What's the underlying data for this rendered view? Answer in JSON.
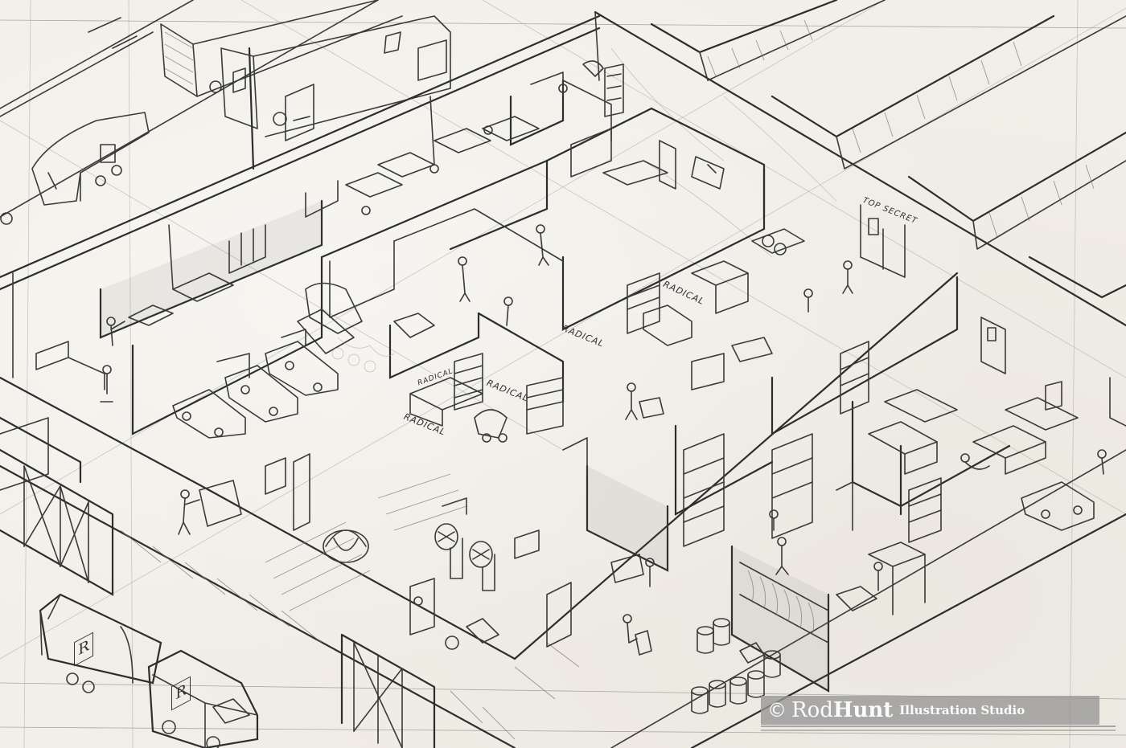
{
  "image": {
    "description": "Pencil sketch of an isometric cut-away industrial building (workshop / car manufacturing facility) with offices, workshops, storage racks, vehicles and figures",
    "medium": "pencil on paper",
    "paper_color": "#f2efe8",
    "line_color": "#3a3a3a"
  },
  "labels": {
    "top_secret": "TOP SECRET",
    "radical_1": "RADICAL",
    "radical_2": "RADICAL",
    "radical_3": "RADICAL",
    "radical_4": "RADICAL",
    "radical_5": "RADICAL"
  },
  "vehicles": {
    "van_logo": "R",
    "truck_logo": "R"
  },
  "watermark": {
    "copyright": "©",
    "name_light": "Rod",
    "name_bold": "Hunt",
    "suffix": "Illustration Studio",
    "background": "#969696",
    "text_color": "#fbfbfb"
  }
}
